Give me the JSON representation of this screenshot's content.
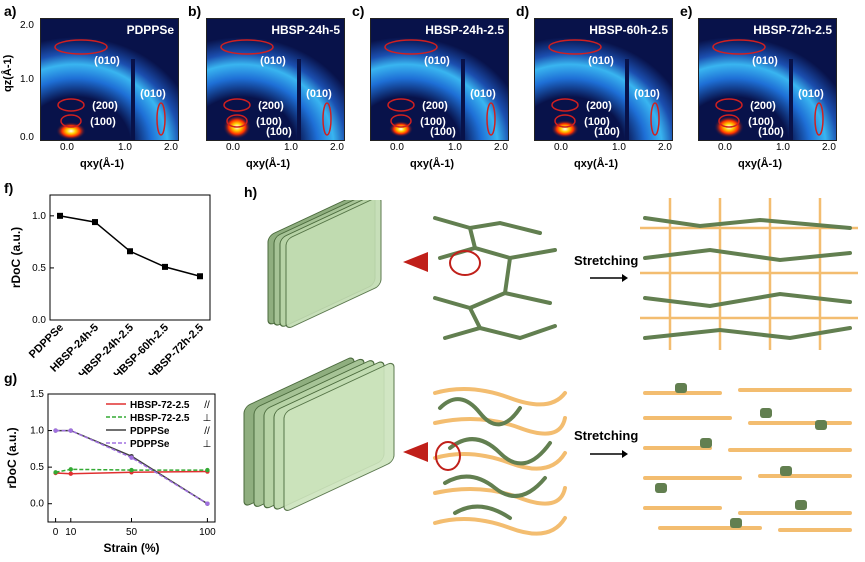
{
  "panels": [
    {
      "letter": "a)",
      "title": "PDPPSe"
    },
    {
      "letter": "b)",
      "title": "HBSP-24h-5"
    },
    {
      "letter": "c)",
      "title": "HBSP-24h-2.5"
    },
    {
      "letter": "d)",
      "title": "HBSP-60h-2.5"
    },
    {
      "letter": "e)",
      "title": "HBSP-72h-2.5"
    }
  ],
  "giwaxs": {
    "peak_010": "(010)",
    "peak_200": "(200)",
    "peak_100": "(100)",
    "ylabel": "qz(Å-1)",
    "xlabel": "qxy(Å-1)",
    "yticks": [
      "2.0",
      "1.0",
      "0.0"
    ],
    "xticks": [
      "0.0",
      "1.0",
      "2.0"
    ]
  },
  "panel_f": {
    "letter": "f)"
  },
  "panel_g": {
    "letter": "g)"
  },
  "panel_h": {
    "letter": "h)",
    "stretch_top": "Stretching",
    "stretch_bottom": "Stretching"
  },
  "chart_data": [
    {
      "type": "line",
      "categories": [
        "PDPPSe",
        "HBSP-24h-5",
        "HBSP-24h-2.5",
        "HBSP-60h-2.5",
        "HBSP-72h-2.5"
      ],
      "values": [
        1.0,
        0.94,
        0.66,
        0.51,
        0.42
      ],
      "ylabel": "rDoC (a.u.)",
      "ylim": [
        0,
        1.2
      ],
      "yticks": [
        "0.0",
        "0.5",
        "1.0"
      ],
      "color": "#000000"
    },
    {
      "type": "line",
      "x": [
        0,
        10,
        50,
        100
      ],
      "xlabel": "Strain (%)",
      "ylabel": "rDoC (a.u.)",
      "xlim": [
        -5,
        105
      ],
      "ylim": [
        -0.25,
        1.5
      ],
      "xticks": [
        "0",
        "10",
        "50",
        "100"
      ],
      "yticks": [
        "0.0",
        "0.5",
        "1.0",
        "1.5"
      ],
      "series": [
        {
          "name": "HBSP-72-2.5",
          "symbol": "//",
          "color": "#e03030",
          "values": [
            0.42,
            0.41,
            0.43,
            0.44
          ]
        },
        {
          "name": "HBSP-72-2.5",
          "symbol": "⊥",
          "color": "#33aa33",
          "values": [
            0.43,
            0.47,
            0.46,
            0.46
          ]
        },
        {
          "name": "PDPPSe",
          "symbol": "//",
          "color": "#404040",
          "values": [
            1.0,
            1.0,
            0.65,
            0.0
          ]
        },
        {
          "name": "PDPPSe",
          "symbol": "⊥",
          "color": "#a070e0",
          "values": [
            1.0,
            1.0,
            0.63,
            0.0
          ]
        }
      ]
    }
  ]
}
